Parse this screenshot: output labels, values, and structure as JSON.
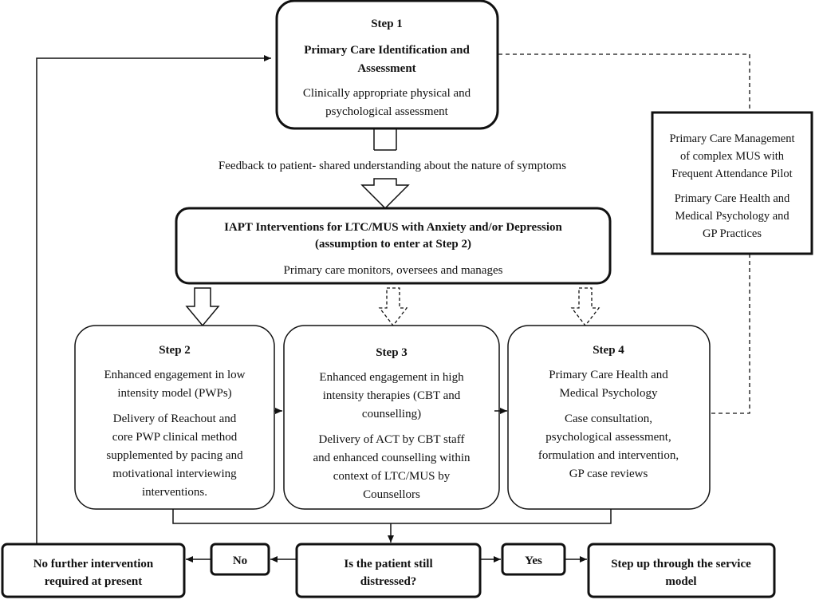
{
  "step1": {
    "heading": "Step 1",
    "title_line1": "Primary Care Identification and",
    "title_line2": "Assessment",
    "desc_line1": "Clinically appropriate physical and",
    "desc_line2": "psychological assessment"
  },
  "feedback": {
    "text": "Feedback to patient- shared understanding about the nature of symptoms"
  },
  "iapt": {
    "title_line1": "IAPT Interventions for LTC/MUS with Anxiety and/or Depression",
    "title_line2": "(assumption to enter at Step 2)",
    "desc": "Primary care monitors, oversees and manages"
  },
  "side_panel": {
    "line1": "Primary Care Management",
    "line2": "of complex MUS with",
    "line3": "Frequent Attendance Pilot",
    "line4": "Primary Care Health and",
    "line5": "Medical Psychology and",
    "line6": "GP Practices"
  },
  "step2": {
    "heading": "Step 2",
    "line1": "Enhanced engagement in low",
    "line2": "intensity model (PWPs)",
    "line3": "Delivery of Reachout and",
    "line4": "core PWP clinical method",
    "line5": "supplemented by pacing and",
    "line6": "motivational interviewing",
    "line7": "interventions."
  },
  "step3": {
    "heading": "Step 3",
    "line1": "Enhanced engagement in high",
    "line2": "intensity therapies (CBT and",
    "line3": "counselling)",
    "line4": "Delivery of ACT by CBT staff",
    "line5": "and enhanced counselling within",
    "line6": "context of LTC/MUS by",
    "line7": "Counsellors"
  },
  "step4": {
    "heading": "Step 4",
    "line1": "Primary Care Health and",
    "line2": "Medical Psychology",
    "line3": "Case consultation,",
    "line4": "psychological assessment,",
    "line5": "formulation and intervention,",
    "line6": "GP case reviews"
  },
  "decision": {
    "line1": "Is the patient still",
    "line2": "distressed?"
  },
  "no_label": "No",
  "yes_label": "Yes",
  "no_outcome": {
    "line1": "No further intervention",
    "line2": "required at present"
  },
  "yes_outcome": {
    "line1": "Step up through the service",
    "line2": "model"
  }
}
